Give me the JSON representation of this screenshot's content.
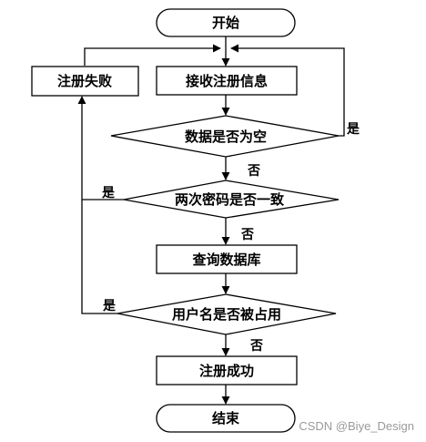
{
  "nodes": {
    "start": "开始",
    "receive": "接收注册信息",
    "fail": "注册失败",
    "empty_check": "数据是否为空",
    "password_check": "两次密码是否一致",
    "query_db": "查询数据库",
    "username_check": "用户名是否被占用",
    "success": "注册成功",
    "end": "结束"
  },
  "edges": {
    "empty_yes": "是",
    "empty_no": "否",
    "password_yes": "是",
    "password_no": "否",
    "username_yes": "是",
    "username_no": "否"
  },
  "watermark": "CSDN @Biye_Design"
}
